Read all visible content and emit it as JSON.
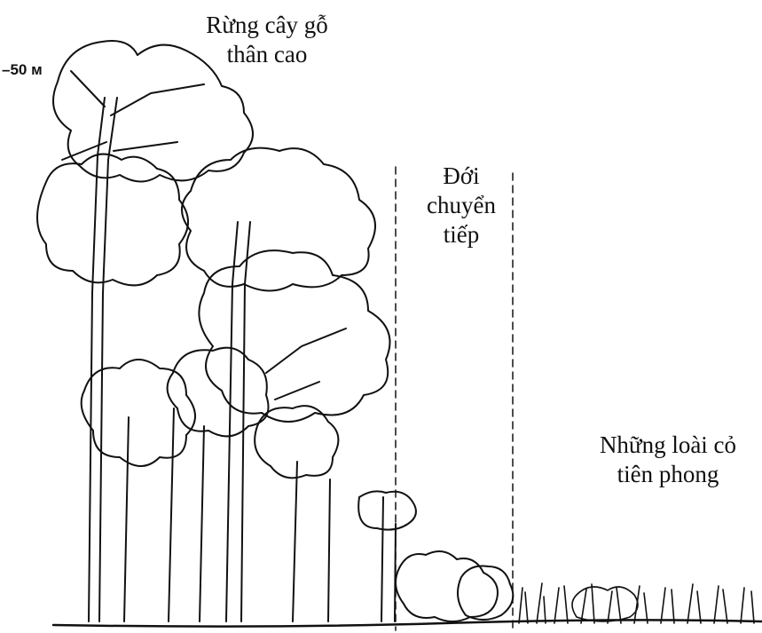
{
  "labels": {
    "forest": [
      "Rừng cây gỗ",
      "thân cao"
    ],
    "transition": [
      "Đới",
      "chuyển",
      "tiếp"
    ],
    "grass": [
      "Những loài cỏ",
      "tiên phong"
    ],
    "height": "–50 м"
  },
  "colors": {
    "ink": "#111111",
    "background": "#ffffff"
  }
}
